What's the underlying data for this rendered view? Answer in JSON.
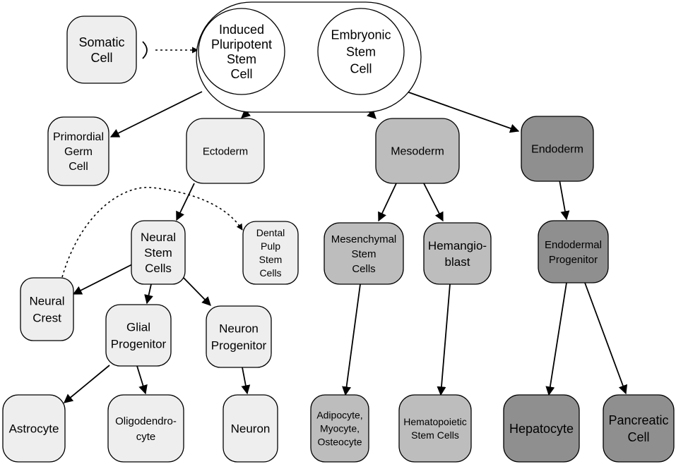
{
  "colors": {
    "light": "#eeeeee",
    "mid": "#bdbdbd",
    "dark": "#8f8f8f",
    "white": "#ffffff",
    "stroke": "#000000"
  },
  "nodes": {
    "somatic": {
      "lines": [
        "Somatic",
        "Cell"
      ],
      "tone": "light"
    },
    "ipsc": {
      "lines": [
        "Induced",
        "Pluripotent",
        "Stem",
        "Cell"
      ],
      "tone": "white"
    },
    "esc": {
      "lines": [
        "Embryonic",
        "Stem",
        "Cell"
      ],
      "tone": "white"
    },
    "primordial": {
      "lines": [
        "Primordial",
        "Germ",
        "Cell"
      ],
      "tone": "light"
    },
    "ectoderm": {
      "lines": [
        "Ectoderm"
      ],
      "tone": "light"
    },
    "mesoderm": {
      "lines": [
        "Mesoderm"
      ],
      "tone": "mid"
    },
    "endoderm": {
      "lines": [
        "Endoderm"
      ],
      "tone": "dark"
    },
    "neural_stem": {
      "lines": [
        "Neural",
        "Stem",
        "Cells"
      ],
      "tone": "light"
    },
    "dental_pulp": {
      "lines": [
        "Dental",
        "Pulp",
        "Stem",
        "Cells"
      ],
      "tone": "light"
    },
    "mesenchymal": {
      "lines": [
        "Mesenchymal",
        "Stem",
        "Cells"
      ],
      "tone": "mid"
    },
    "hemangioblast": {
      "lines": [
        "Hemangio-",
        "blast"
      ],
      "tone": "mid"
    },
    "endodermal_prog": {
      "lines": [
        "Endodermal",
        "Progenitor"
      ],
      "tone": "dark"
    },
    "neural_crest": {
      "lines": [
        "Neural",
        "Crest"
      ],
      "tone": "light"
    },
    "glial_prog": {
      "lines": [
        "Glial",
        "Progenitor"
      ],
      "tone": "light"
    },
    "neuron_prog": {
      "lines": [
        "Neuron",
        "Progenitor"
      ],
      "tone": "light"
    },
    "astrocyte": {
      "lines": [
        "Astrocyte"
      ],
      "tone": "light"
    },
    "oligodendrocyte": {
      "lines": [
        "Oligodendro-",
        "cyte"
      ],
      "tone": "light"
    },
    "neuron": {
      "lines": [
        "Neuron"
      ],
      "tone": "light"
    },
    "adipocyte": {
      "lines": [
        "Adipocyte,",
        "Myocyte,",
        "Osteocyte"
      ],
      "tone": "mid"
    },
    "hematopoietic": {
      "lines": [
        "Hematopoietic",
        "Stem Cells"
      ],
      "tone": "mid"
    },
    "hepatocyte": {
      "lines": [
        "Hepatocyte"
      ],
      "tone": "dark"
    },
    "pancreatic": {
      "lines": [
        "Pancreatic",
        "Cell"
      ],
      "tone": "dark"
    }
  },
  "edges": [
    {
      "from": "pluripotent_group",
      "to": "primordial",
      "style": "solid"
    },
    {
      "from": "pluripotent_group",
      "to": "ectoderm",
      "style": "solid"
    },
    {
      "from": "pluripotent_group",
      "to": "mesoderm",
      "style": "solid"
    },
    {
      "from": "pluripotent_group",
      "to": "endoderm",
      "style": "solid"
    },
    {
      "from": "ectoderm",
      "to": "neural_stem",
      "style": "solid"
    },
    {
      "from": "mesoderm",
      "to": "mesenchymal",
      "style": "solid"
    },
    {
      "from": "mesoderm",
      "to": "hemangioblast",
      "style": "solid"
    },
    {
      "from": "endoderm",
      "to": "endodermal_prog",
      "style": "solid"
    },
    {
      "from": "neural_stem",
      "to": "neural_crest",
      "style": "solid"
    },
    {
      "from": "neural_stem",
      "to": "glial_prog",
      "style": "solid"
    },
    {
      "from": "neural_stem",
      "to": "neuron_prog",
      "style": "solid"
    },
    {
      "from": "glial_prog",
      "to": "astrocyte",
      "style": "solid"
    },
    {
      "from": "glial_prog",
      "to": "oligodendrocyte",
      "style": "solid"
    },
    {
      "from": "neuron_prog",
      "to": "neuron",
      "style": "solid"
    },
    {
      "from": "mesenchymal",
      "to": "adipocyte",
      "style": "solid"
    },
    {
      "from": "hemangioblast",
      "to": "hematopoietic",
      "style": "solid"
    },
    {
      "from": "endodermal_prog",
      "to": "hepatocyte",
      "style": "solid"
    },
    {
      "from": "endodermal_prog",
      "to": "pancreatic",
      "style": "solid"
    },
    {
      "from": "somatic",
      "to": "ipsc",
      "style": "dotted-reprogramming"
    },
    {
      "from": "ipsc",
      "to": "esc",
      "style": "dotted-equivalence"
    },
    {
      "from": "neural_crest",
      "to": "dental_pulp",
      "style": "dotted-curve"
    }
  ]
}
